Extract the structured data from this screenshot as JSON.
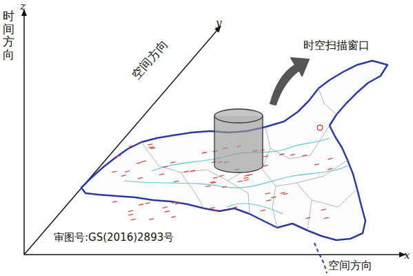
{
  "diagram": {
    "labels": [
      "z",
      "时间方向",
      "y",
      "空间方向",
      "时空扫描窗口",
      "审图号:GS(2016)2893号",
      "空间方向",
      "x"
    ]
  }
}
